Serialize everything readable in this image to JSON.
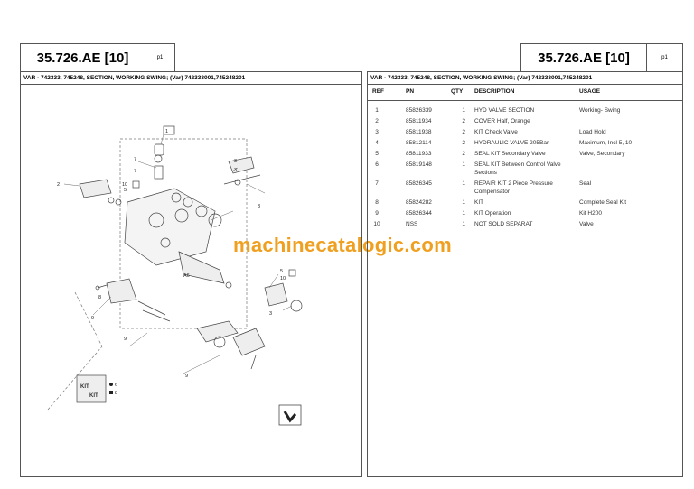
{
  "left": {
    "title": "35.726.AE [10]",
    "page": "p1",
    "variant": "VAR - 742333, 745248, SECTION, WORKING SWING; (Var) 742333001,745248201",
    "callouts": [
      "1",
      "2",
      "3",
      "3",
      "3",
      "4",
      "4",
      "5",
      "6",
      "7",
      "7",
      "8",
      "9",
      "9",
      "9",
      "10",
      "10",
      "A6"
    ],
    "legend": [
      "6",
      "8"
    ]
  },
  "right": {
    "title": "35.726.AE [10]",
    "page": "p1",
    "variant": "VAR - 742333, 745248, SECTION, WORKING SWING; (Var) 742333001,745248201",
    "columns": [
      "REF",
      "PN",
      "QTY",
      "DESCRIPTION",
      "USAGE"
    ],
    "rows": [
      {
        "ref": "1",
        "pn": "85826339",
        "qty": "1",
        "desc": "HYD VALVE SECTION",
        "usage": "Working- Swing"
      },
      {
        "ref": "2",
        "pn": "85811934",
        "qty": "2",
        "desc": "COVER Half, Orange",
        "usage": ""
      },
      {
        "ref": "3",
        "pn": "85811938",
        "qty": "2",
        "desc": "KIT Check Valve",
        "usage": "Load Hold"
      },
      {
        "ref": "4",
        "pn": "85812114",
        "qty": "2",
        "desc": "HYDRAULIC VALVE 205Bar",
        "usage": "Maximum, Incl 5, 10"
      },
      {
        "ref": "5",
        "pn": "85811933",
        "qty": "2",
        "desc": "SEAL KIT Secondary Valve",
        "usage": "Valve, Secondary"
      },
      {
        "ref": "6",
        "pn": "85819148",
        "qty": "1",
        "desc": "SEAL KIT Between Control Valve Sections",
        "usage": ""
      },
      {
        "ref": "7",
        "pn": "85826345",
        "qty": "1",
        "desc": "REPAIR KIT 2 Piece Pressure Compensator",
        "usage": "Seal"
      },
      {
        "ref": "8",
        "pn": "85824282",
        "qty": "1",
        "desc": "KIT",
        "usage": "Complete Seal Kit"
      },
      {
        "ref": "9",
        "pn": "85826344",
        "qty": "1",
        "desc": "KIT Operation",
        "usage": "Kit H200"
      },
      {
        "ref": "10",
        "pn": "NSS",
        "qty": "1",
        "desc": "NOT SOLD SEPARAT",
        "usage": "Valve"
      }
    ]
  },
  "watermark": "machinecatalogic.com"
}
